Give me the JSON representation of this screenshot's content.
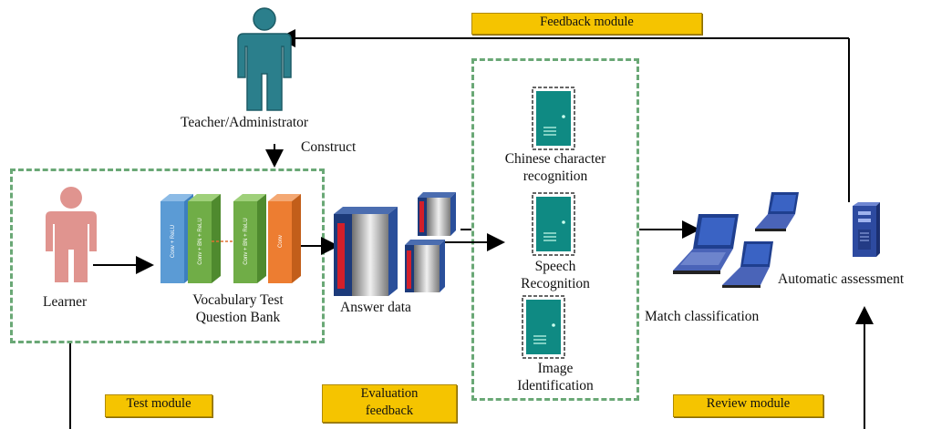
{
  "modules": {
    "feedback": "Feedback module",
    "test": "Test module",
    "evaluation_line1": "Evaluation",
    "evaluation_line2": "feedback",
    "review": "Review module"
  },
  "actors": {
    "teacher": "Teacher/Administrator",
    "learner": "Learner"
  },
  "labels": {
    "construct": "Construct",
    "vocab_line1": "Vocabulary Test",
    "vocab_line2": "Question Bank",
    "answer_data": "Answer data",
    "chinese_line1": "Chinese character",
    "chinese_line2": "recognition",
    "speech_line1": "Speech",
    "speech_line2": "Recognition",
    "image_line1": "Image",
    "image_line2": "Identification",
    "match": "Match classification",
    "assessment": "Automatic assessment"
  },
  "layers": [
    "Conv + ReLU",
    "Conv + BN + ReLU",
    "Conv + BN + ReLU",
    "Conv"
  ],
  "colors": {
    "teacher": "#2b7f8c",
    "learner": "#e0948f",
    "module_box": "#f5c400",
    "dashed_border": "#6aa876",
    "layer_blue": "#5b9bd5",
    "layer_green": "#70ad47",
    "layer_orange": "#ed7d31",
    "server_teal": "#0f8a83"
  }
}
